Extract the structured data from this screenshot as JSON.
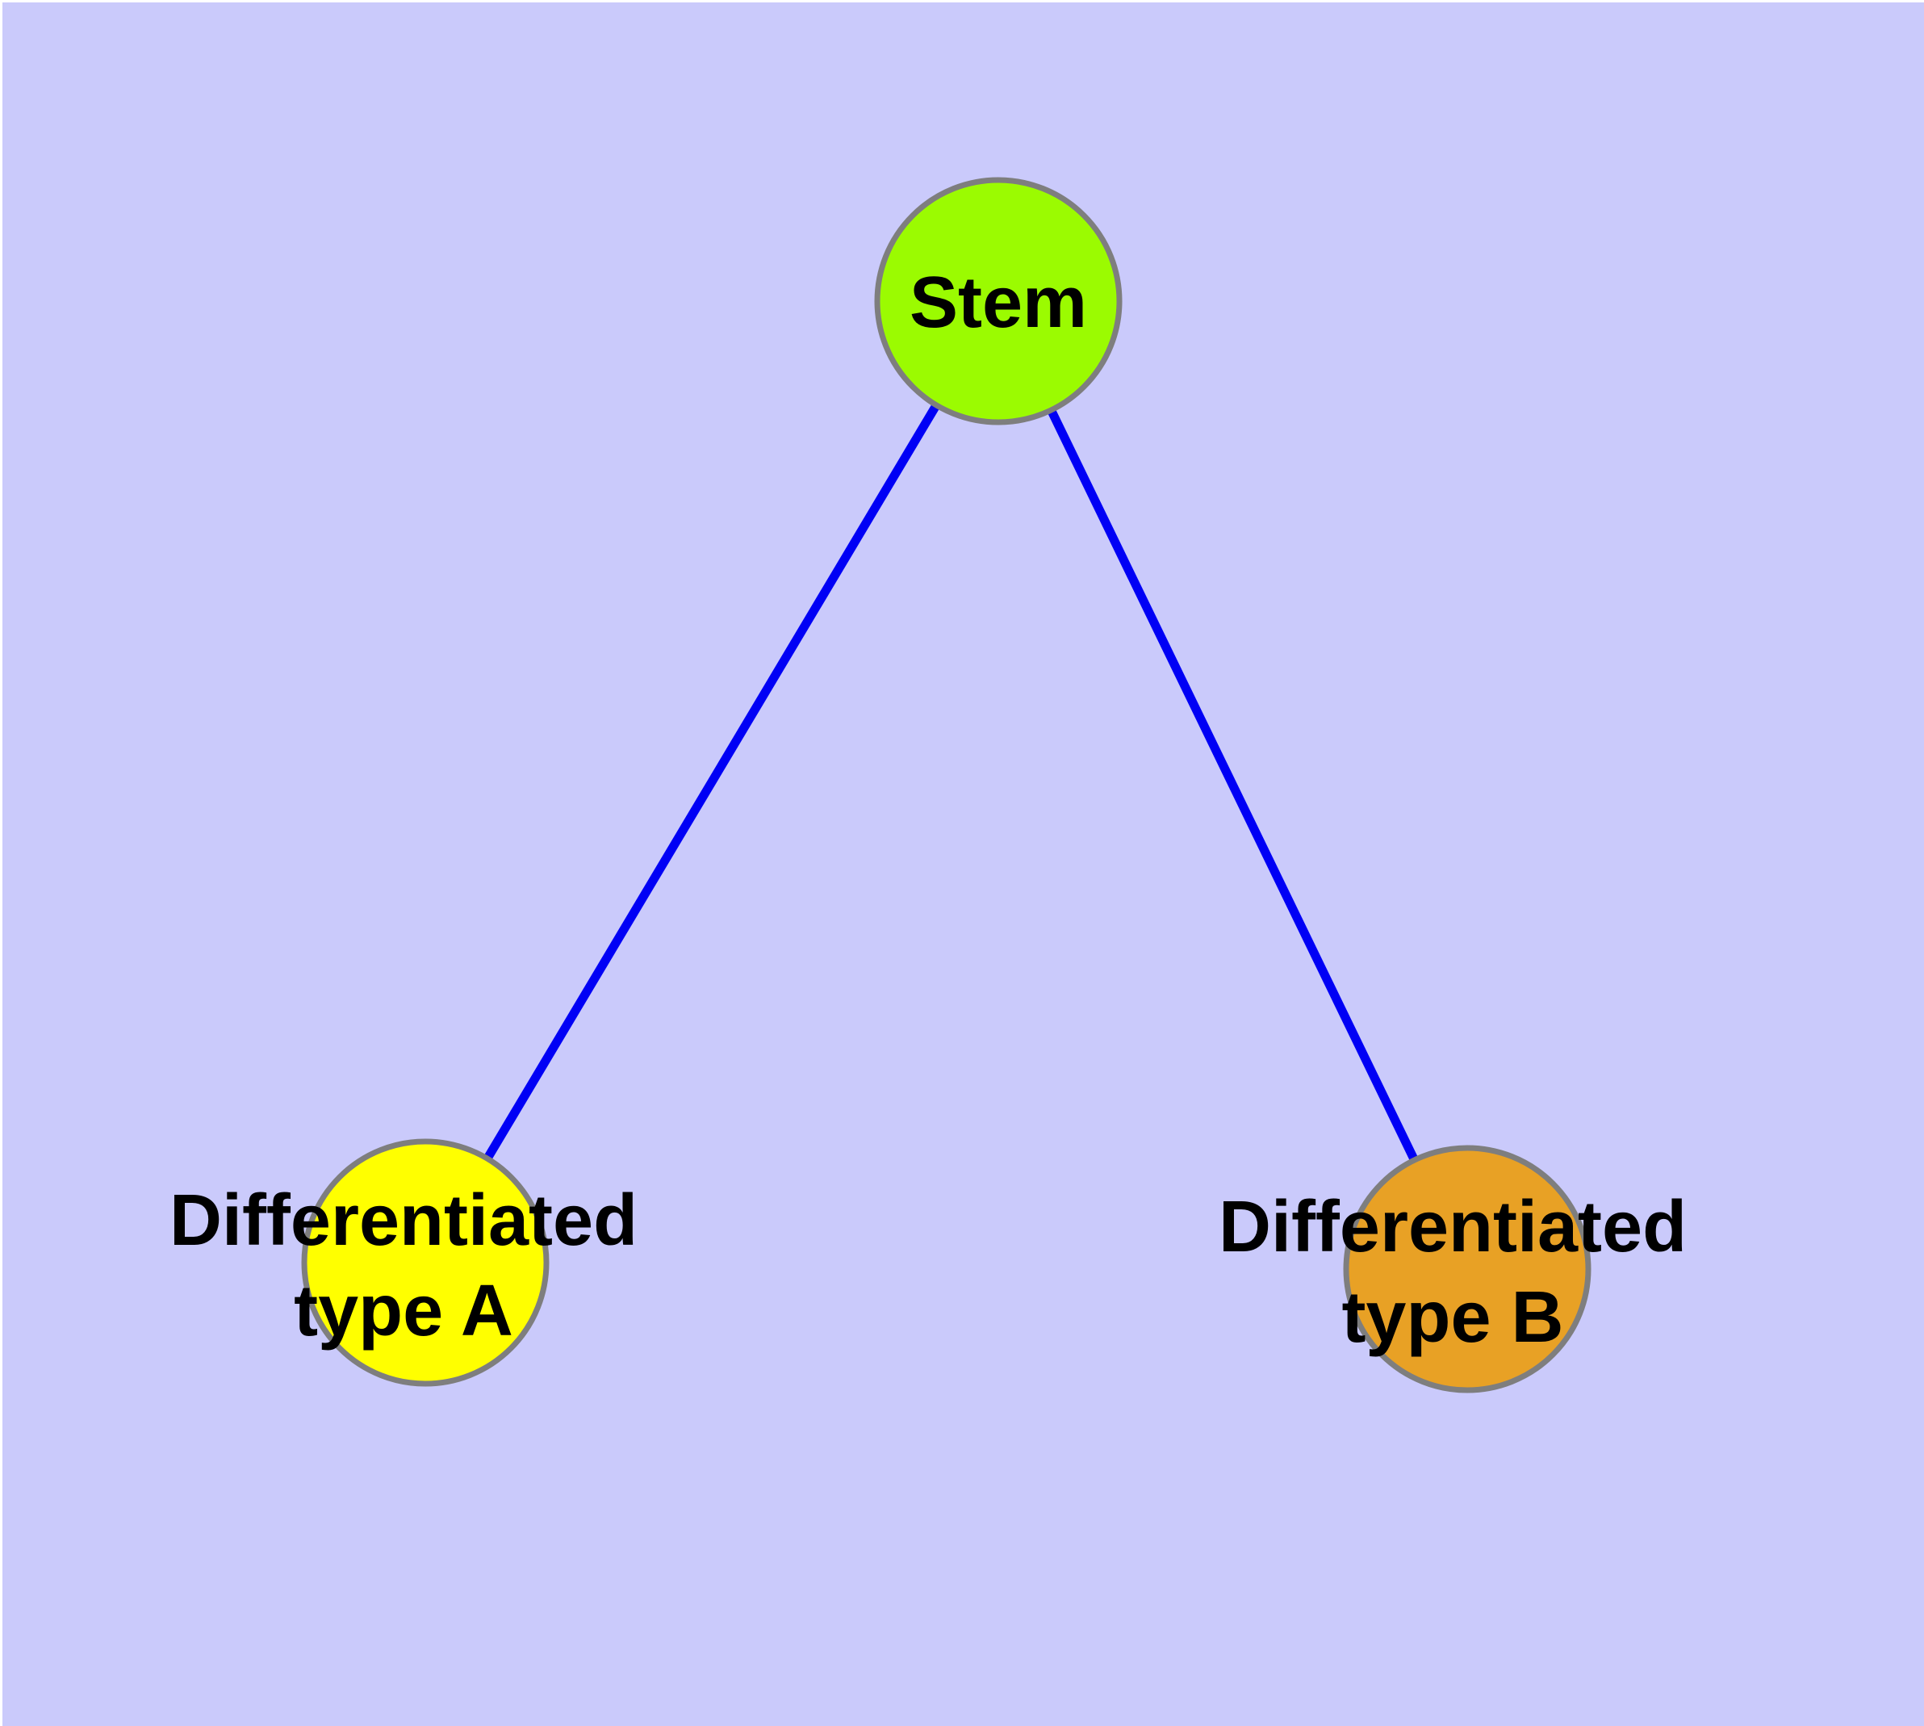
{
  "diagram": {
    "kind": "node-edge graph",
    "nodes": {
      "stem": {
        "label": "Stem"
      },
      "diff_a": {
        "label": "Differentiated\ntype A"
      },
      "diff_b": {
        "label": "Differentiated\ntype B"
      }
    },
    "edges": {
      "stem_to_a": {
        "from": "stem",
        "to": "diff_a"
      },
      "stem_to_b": {
        "from": "stem",
        "to": "diff_b"
      }
    }
  },
  "colors": {
    "background": "#CACAFB",
    "page_margin": "#FFFFFF",
    "stem_fill": "#9BFB01",
    "diff_a_fill": "#FFFF00",
    "diff_b_fill": "#E8A125",
    "node_border": "#7E7E7E",
    "edge": "#0000F5",
    "label_text": "#000000"
  }
}
